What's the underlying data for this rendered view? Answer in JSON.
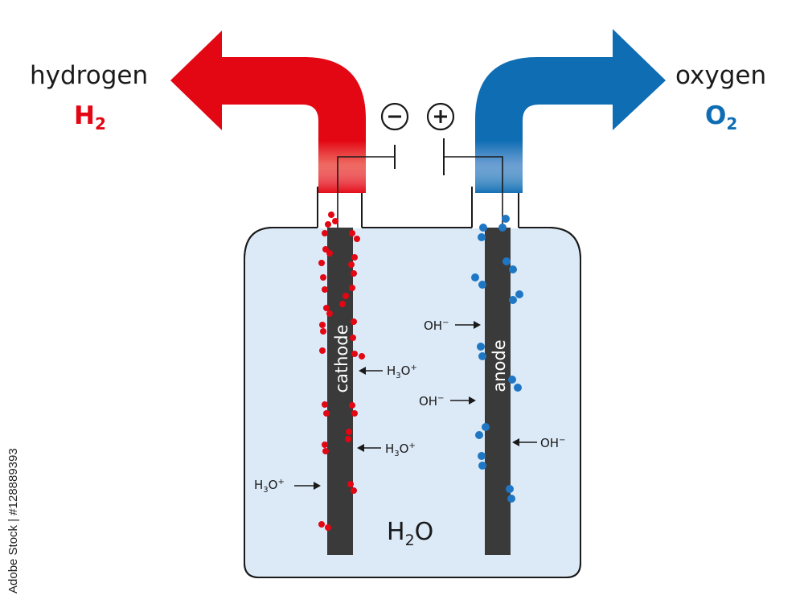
{
  "labels": {
    "hydrogen_name": "hydrogen",
    "hydrogen_symbol": "H",
    "hydrogen_sub": "2",
    "oxygen_name": "oxygen",
    "oxygen_symbol": "O",
    "oxygen_sub": "2",
    "cathode": "cathode",
    "anode": "anode",
    "water_main": "H",
    "water_sub": "2",
    "water_tail": "O",
    "minus": "−",
    "plus": "+"
  },
  "ions": {
    "h3o_base": "H",
    "h3o_sub": "3",
    "h3o_tail": "O",
    "h3o_sup": "+",
    "oh_base": "OH",
    "oh_sup": "−"
  },
  "watermark": "Adobe Stock | #128889393",
  "colors": {
    "hydrogen": "#e30613",
    "oxygen": "#0f6db3",
    "electrode": "#3a3a3a",
    "electrolyte": "#dce9f7",
    "outline": "#1a1a1a"
  },
  "icons": [
    "hydrogen-arrow-icon",
    "oxygen-arrow-icon",
    "battery-icon",
    "minus-terminal-icon",
    "plus-terminal-icon"
  ]
}
